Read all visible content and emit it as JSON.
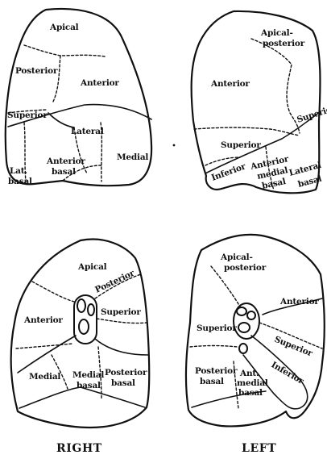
{
  "panels": {
    "right_lateral": {
      "labels": {
        "apical": "Apical",
        "posterior": "Posterior",
        "anterior": "Anterior",
        "superior": "Superior",
        "lateral": "Lateral",
        "medial": "Medial",
        "anterior_basal_1": "Anterior",
        "anterior_basal_2": "basal",
        "lat_basal_1": "Lat.",
        "lat_basal_2": "basal"
      }
    },
    "left_lateral": {
      "labels": {
        "apical_posterior_1": "Apical-",
        "apical_posterior_2": "posterior",
        "anterior": "Anterior",
        "superior_front": "Superior",
        "superior_back": "Superior",
        "inferior": "Inferior",
        "anterior_medial_basal_1": "Anterior",
        "anterior_medial_basal_2": "medial",
        "anterior_medial_basal_3": "basal",
        "lateral_basal_1": "Lateral",
        "lateral_basal_2": "basal"
      }
    },
    "right_medial": {
      "labels": {
        "apical": "Apical",
        "posterior": "Posterior",
        "anterior": "Anterior",
        "superior": "Superior",
        "medial": "Medial",
        "medial_basal_1": "Medial",
        "medial_basal_2": "basal",
        "posterior_basal_1": "Posterior",
        "posterior_basal_2": "basal"
      }
    },
    "left_medial": {
      "labels": {
        "apical_posterior_1": "Apical-",
        "apical_posterior_2": "posterior",
        "anterior": "Anterior",
        "superior_front": "Superior",
        "superior_back": "Superior",
        "inferior": "Inferior",
        "posterior_basal_1": "Posterior",
        "posterior_basal_2": "basal",
        "ant_medial_basal_1": "Ant.",
        "ant_medial_basal_2": "medial",
        "ant_medial_basal_3": "basal"
      }
    }
  },
  "captions": {
    "right": "RIGHT",
    "left": "LEFT"
  }
}
